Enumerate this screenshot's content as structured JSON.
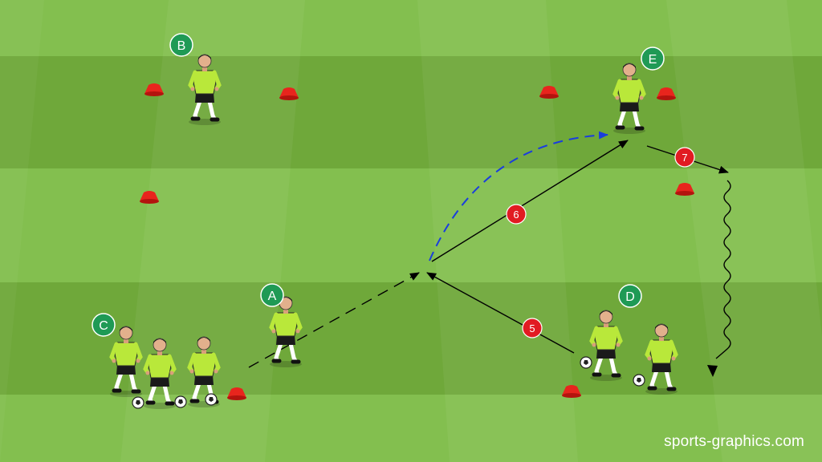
{
  "field": {
    "colors": {
      "light": "#83bf4f",
      "dark": "#6fa83a",
      "cone": "#e8251d",
      "label_green": "#1f9a55",
      "label_red": "#e11b22",
      "kit": "#b9e83a",
      "shorts": "#1a1a1a",
      "pass_arrow": "#000000",
      "run_arrow": "#1a3dde"
    }
  },
  "labels": {
    "players": [
      "A",
      "B",
      "C",
      "D",
      "E"
    ],
    "steps": [
      "5",
      "6",
      "7"
    ]
  },
  "watermark": "sports-graphics.com"
}
